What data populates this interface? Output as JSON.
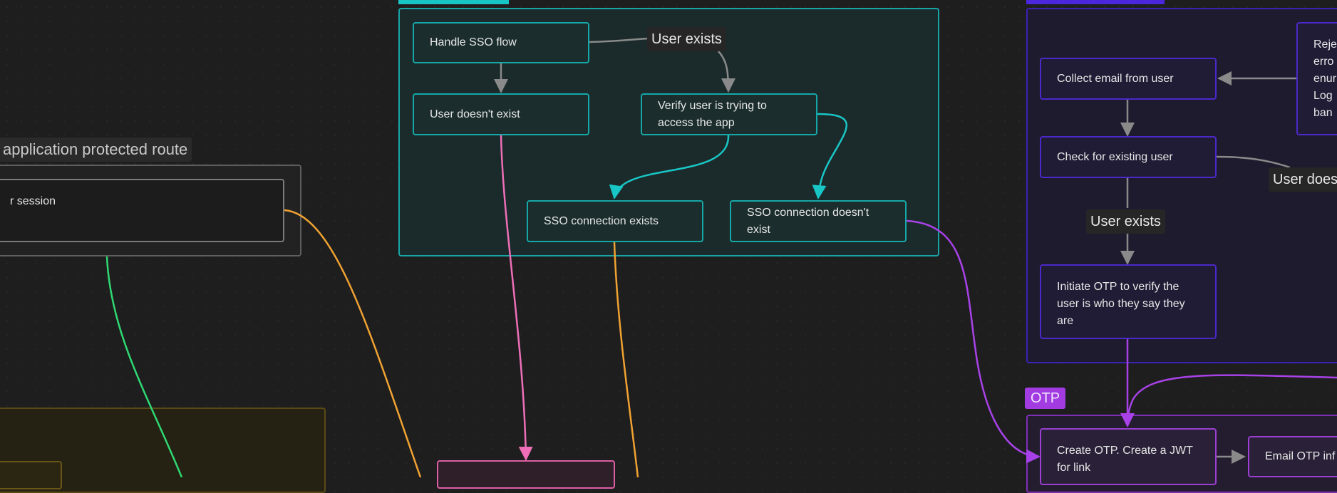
{
  "labels": {
    "protected_route": "application protected route",
    "session": "r session",
    "handle_sso": "Handle SSO flow",
    "user_exists_top": "User exists",
    "user_doesnt_exist": "User doesn't exist",
    "verify_user": "Verify user is trying to access the app",
    "sso_exists": "SSO connection exists",
    "sso_not_exists": "SSO connection doesn't exist",
    "collect_email": "Collect email from user",
    "reject": "Reje\nerro\nenur\nLog\nban",
    "check_existing": "Check for existing user",
    "user_does_right": "User does",
    "user_exists_mid": "User exists",
    "initiate_otp": "Initiate OTP to verify the user is who they say they are",
    "otp_group": "OTP",
    "create_otp": "Create OTP. Create a JWT for link",
    "email_otp": "Email OTP inf"
  },
  "colors": {
    "teal": "#19b5b5",
    "purple": "#4b28c9",
    "violet": "#a842e8",
    "pink": "#ee6fb8",
    "orange": "#f0a232",
    "green": "#2fd873",
    "gray": "#8a8a8a"
  }
}
